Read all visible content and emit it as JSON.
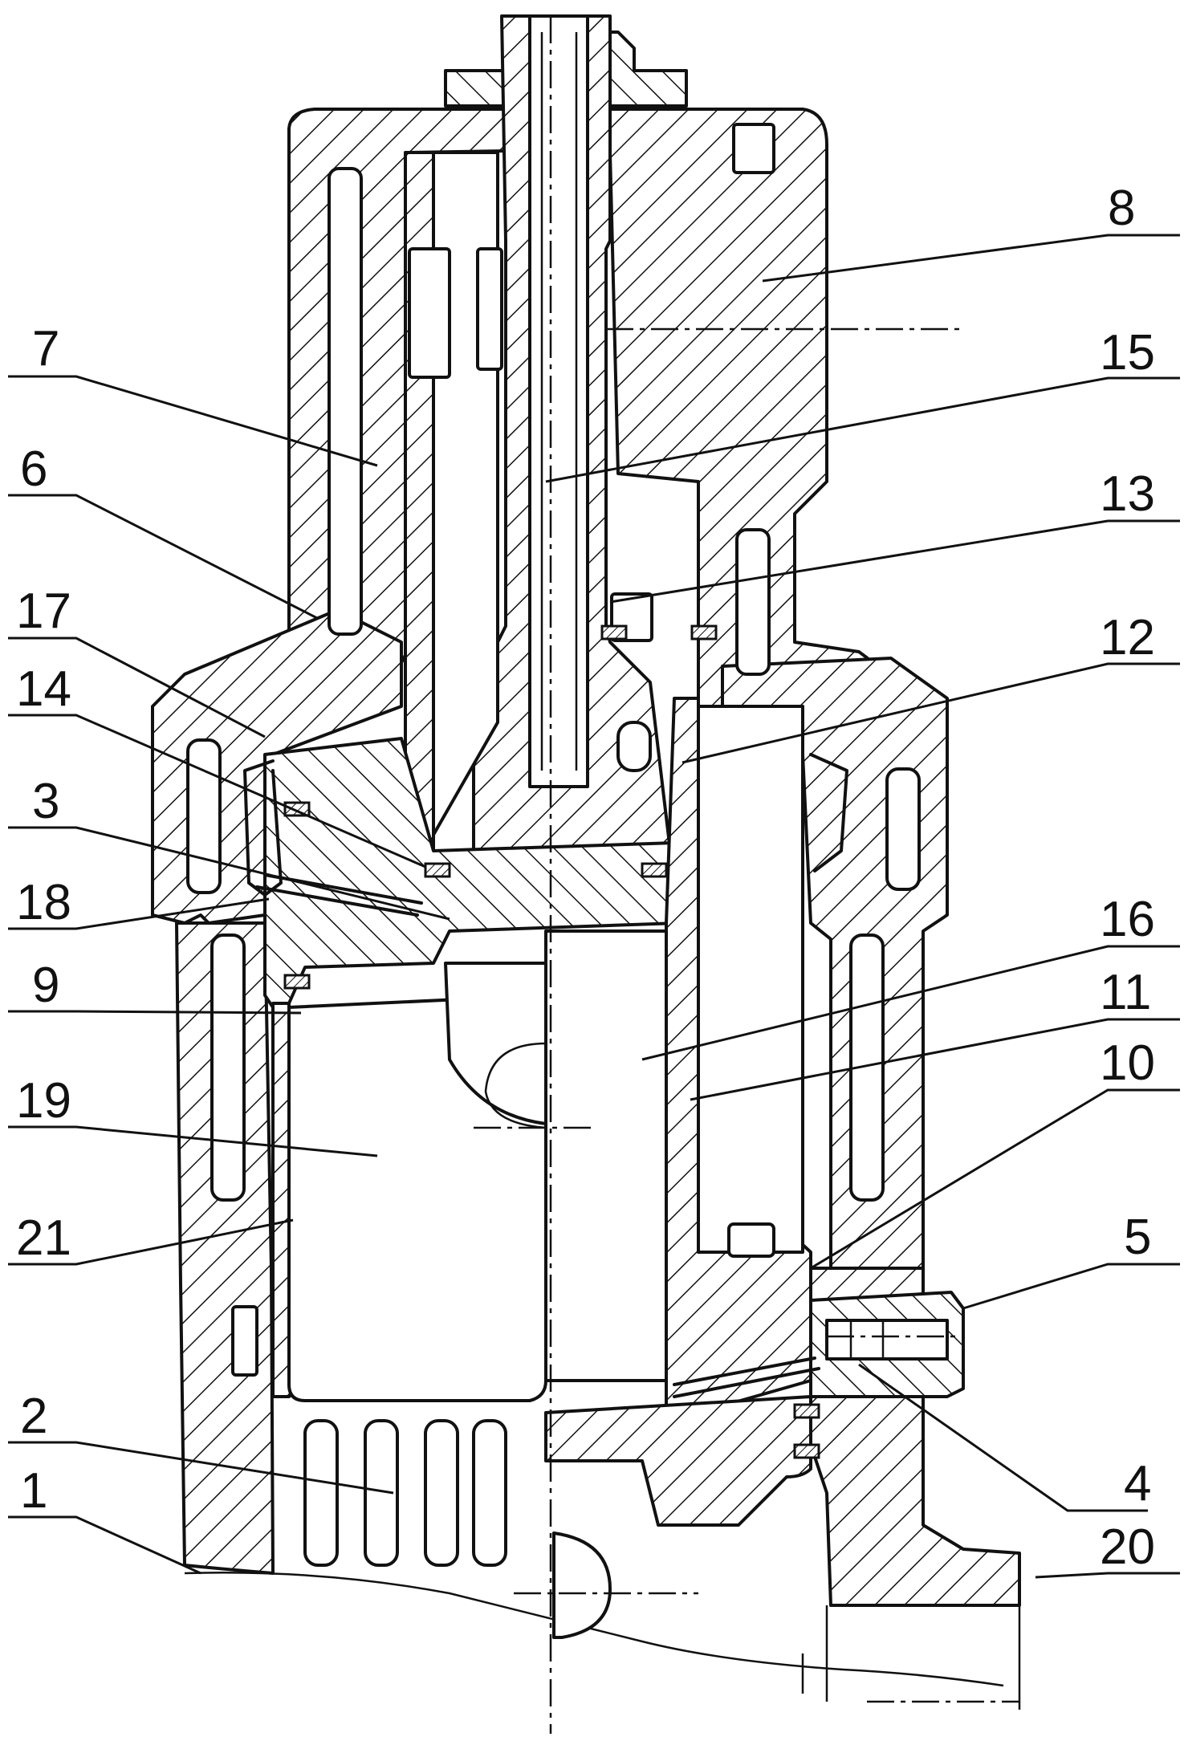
{
  "figure": {
    "callouts": [
      {
        "id": "c8",
        "text": "8"
      },
      {
        "id": "c15",
        "text": "15"
      },
      {
        "id": "c7",
        "text": "7"
      },
      {
        "id": "c13",
        "text": "13"
      },
      {
        "id": "c6",
        "text": "6"
      },
      {
        "id": "c17",
        "text": "17"
      },
      {
        "id": "c12",
        "text": "12"
      },
      {
        "id": "c14",
        "text": "14"
      },
      {
        "id": "c3",
        "text": "3"
      },
      {
        "id": "c18",
        "text": "18"
      },
      {
        "id": "c16",
        "text": "16"
      },
      {
        "id": "c9",
        "text": "9"
      },
      {
        "id": "c11",
        "text": "11"
      },
      {
        "id": "c19",
        "text": "19"
      },
      {
        "id": "c10",
        "text": "10"
      },
      {
        "id": "c21",
        "text": "21"
      },
      {
        "id": "c5",
        "text": "5"
      },
      {
        "id": "c2",
        "text": "2"
      },
      {
        "id": "c1",
        "text": "1"
      },
      {
        "id": "c4",
        "text": "4"
      },
      {
        "id": "c20",
        "text": "20"
      }
    ]
  }
}
